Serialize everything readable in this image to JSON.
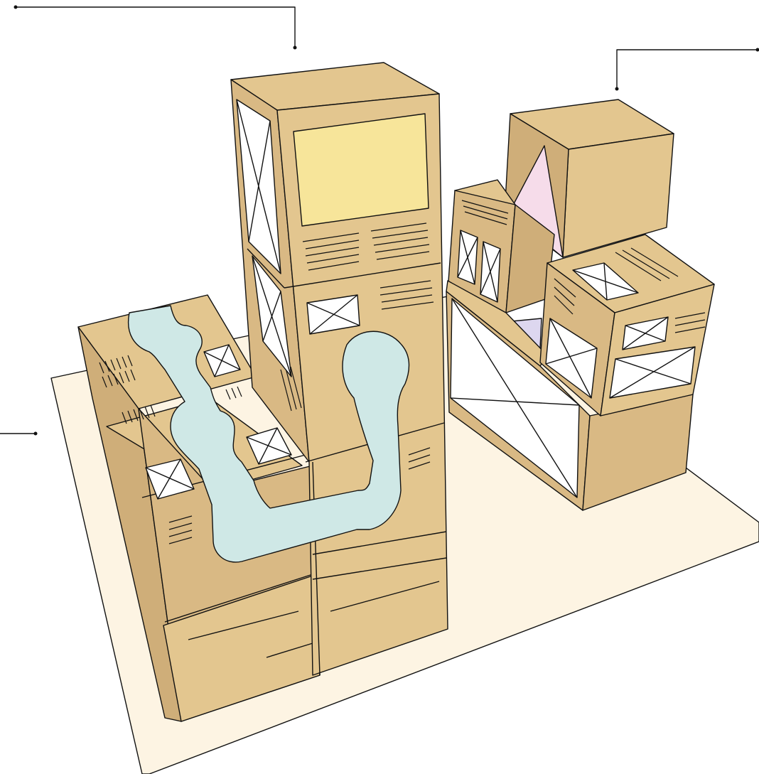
{
  "illustration": {
    "colors": {
      "floor": "#fdf4e3",
      "box_light": "#e3c68f",
      "box_mid": "#d9b984",
      "box_dark": "#cfae79",
      "screen_yellow": "#f7e59a",
      "panel_pink": "#f6dcea",
      "panel_lavender": "#ddd7ef",
      "channel_mint": "#cfe8e6",
      "placeholder_white": "#ffffff",
      "ink": "#111111"
    },
    "callouts": [
      {
        "id": "top-left-callout",
        "icon": "callout-leader-line"
      },
      {
        "id": "top-right-callout",
        "icon": "callout-leader-line"
      },
      {
        "id": "left-callout",
        "icon": "callout-leader-line"
      }
    ]
  }
}
